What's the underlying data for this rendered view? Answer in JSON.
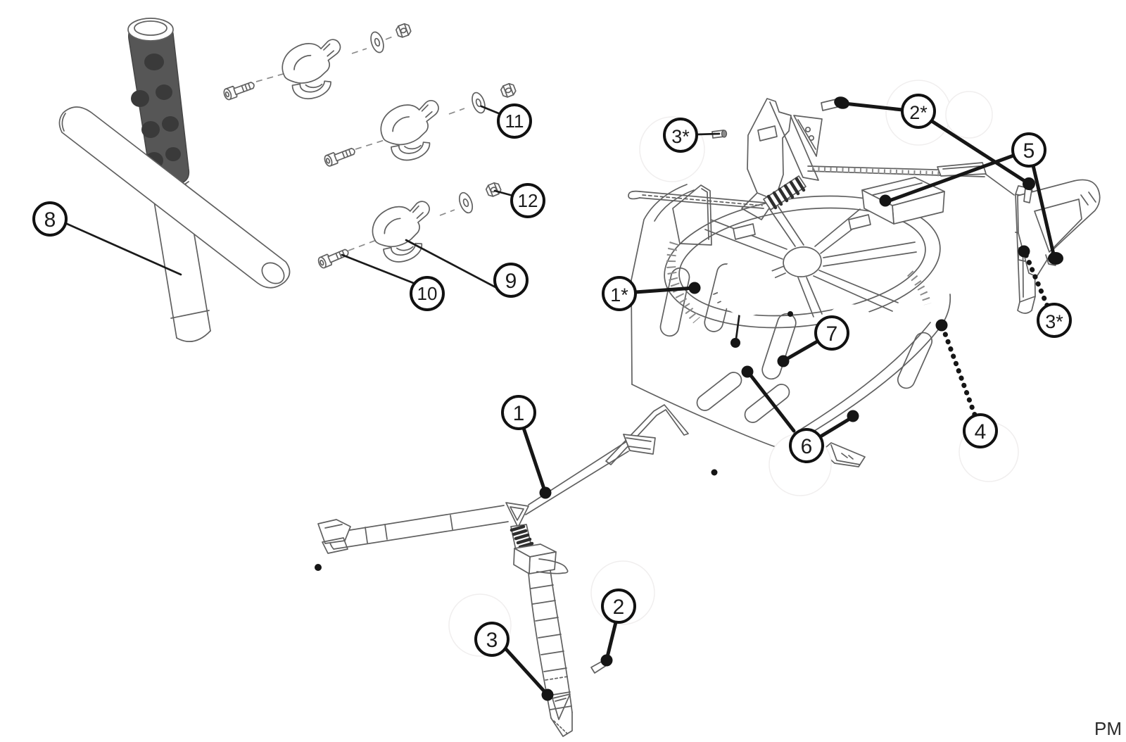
{
  "page": {
    "background": "#ffffff",
    "footer_text": "PM"
  },
  "colors": {
    "art_line": "#606060",
    "callout_line": "#161616",
    "grip_dark": "#565656",
    "grip_spot": "#3a3a3a",
    "spring_band": "#2e2e2e"
  },
  "diagram": {
    "balloons": [
      {
        "id": "8",
        "label": "8"
      },
      {
        "id": "9",
        "label": "9"
      },
      {
        "id": "10",
        "label": "10"
      },
      {
        "id": "11",
        "label": "11"
      },
      {
        "id": "12",
        "label": "12"
      },
      {
        "id": "1",
        "label": "1"
      },
      {
        "id": "2",
        "label": "2"
      },
      {
        "id": "3",
        "label": "3"
      },
      {
        "id": "1-star",
        "label": "1*"
      },
      {
        "id": "2-star",
        "label": "2*"
      },
      {
        "id": "3-star-left",
        "label": "3*"
      },
      {
        "id": "3-star-right",
        "label": "3*"
      },
      {
        "id": "4",
        "label": "4"
      },
      {
        "id": "5",
        "label": "5"
      },
      {
        "id": "6",
        "label": "6"
      },
      {
        "id": "7",
        "label": "7"
      }
    ]
  }
}
